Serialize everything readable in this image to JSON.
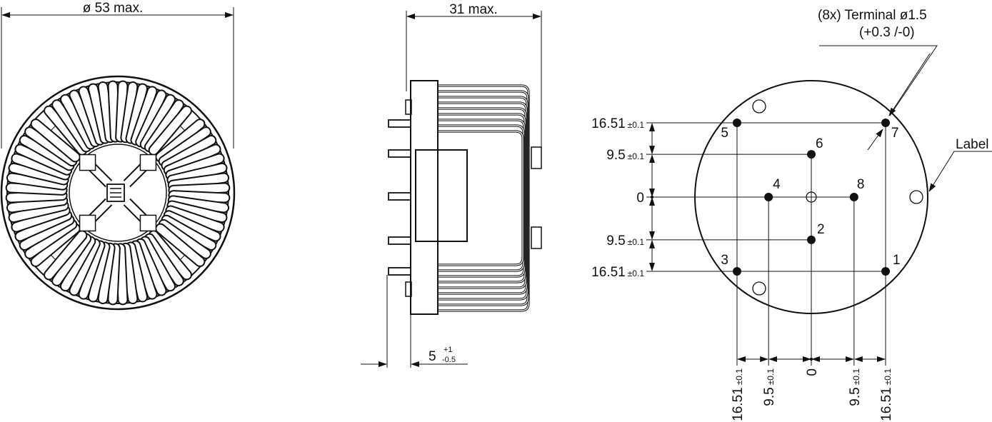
{
  "front_view": {
    "diameter_label": "ø 53 max."
  },
  "side_view": {
    "width_label": "31 max.",
    "pin_label": "5",
    "pin_tol_plus": "+1",
    "pin_tol_minus": "-0.5"
  },
  "pin_view": {
    "terminal_line1": "(8x) Terminal ø1.5",
    "terminal_line2": "(+0.3 /-0)",
    "label_text": "Label",
    "pins": [
      {
        "id": "1",
        "x": 16.51,
        "y": -16.51
      },
      {
        "id": "2",
        "x": 0,
        "y": -9.5
      },
      {
        "id": "3",
        "x": -16.51,
        "y": -16.51
      },
      {
        "id": "4",
        "x": -9.5,
        "y": 0
      },
      {
        "id": "5",
        "x": -16.51,
        "y": 16.51
      },
      {
        "id": "6",
        "x": 0,
        "y": 9.5
      },
      {
        "id": "7",
        "x": 16.51,
        "y": 16.51
      },
      {
        "id": "8",
        "x": 9.5,
        "y": 0
      }
    ],
    "y_dims": [
      {
        "value": "16.51",
        "tol": "±0.1"
      },
      {
        "value": "9.5",
        "tol": "±0.1"
      },
      {
        "value": "0",
        "tol": ""
      },
      {
        "value": "9.5",
        "tol": "±0.1"
      },
      {
        "value": "16.51",
        "tol": "±0.1"
      }
    ],
    "x_dims": [
      {
        "value": "16.51",
        "tol": "±0.1"
      },
      {
        "value": "9.5",
        "tol": "±0.1"
      },
      {
        "value": "0",
        "tol": ""
      },
      {
        "value": "9.5",
        "tol": "±0.1"
      },
      {
        "value": "16.51",
        "tol": "±0.1"
      }
    ]
  }
}
